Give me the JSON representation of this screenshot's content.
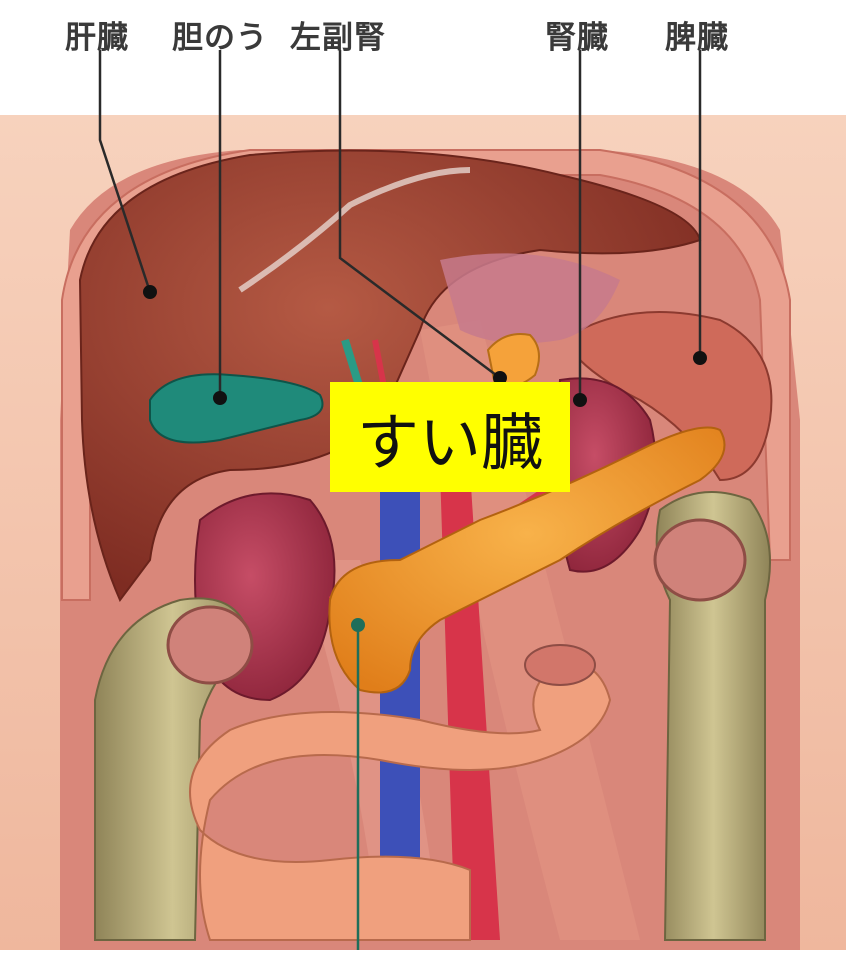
{
  "labels": {
    "liver": "肝臓",
    "gallbladder": "胆のう",
    "adrenal": "左副腎",
    "kidney": "腎臓",
    "spleen": "脾臓"
  },
  "highlight": {
    "text": "すい臓"
  },
  "colors": {
    "label_text": "#3a3a3a",
    "highlight_bg": "#ffff00",
    "leader_line": "#2a2a2a",
    "pancreas_leader": "#1f6e5a",
    "skin": "#f4c6ad",
    "liver": "#9a3b2c",
    "gallbladder": "#1f8a7a",
    "pancreas": "#f29a2e",
    "colon": "#b9ae7c",
    "intestine": "#f0a07e",
    "kidney": "#a8334e",
    "spleen": "#cf6a5a"
  }
}
